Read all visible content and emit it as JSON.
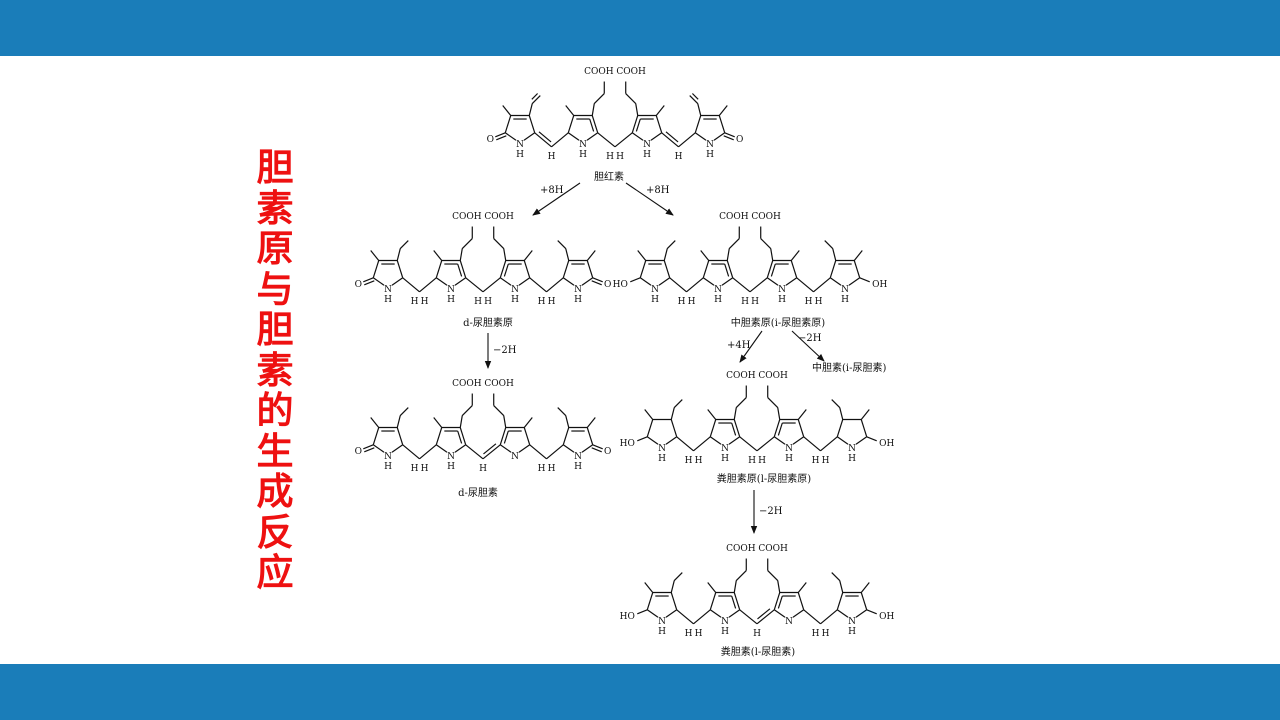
{
  "slide": {
    "title": "胆素原与胆素的生成反应",
    "colors": {
      "band": "#1a7db9",
      "title": "#ee1111",
      "ink": "#111111"
    }
  },
  "scheme": {
    "molecules": [
      {
        "id": "bilirubin",
        "name": "胆红素",
        "top_groups": "COOH COOH",
        "ends": [
          "O",
          "O"
        ],
        "bridges": [
          "=CH-",
          "-CH2-",
          "=CH-"
        ],
        "variant": "bilirubin"
      },
      {
        "id": "d-urobilinogen",
        "name": "d-尿胆素原",
        "top_groups": "COOH COOH",
        "ends": [
          "O",
          "O"
        ],
        "bridges": [
          "-CH2-",
          "-CH2-",
          "-CH2-"
        ],
        "variant": "dlact"
      },
      {
        "id": "mesobilirubinogen",
        "name": "中胆素原(i-尿胆素原)",
        "top_groups": "COOH COOH",
        "ends": [
          "HO",
          "OH"
        ],
        "bridges": [
          "-CH2-",
          "-CH2-",
          "-CH2-"
        ],
        "variant": "hydroxypyrrole"
      },
      {
        "id": "d-urobilin",
        "name": "d-尿胆素",
        "top_groups": "COOH COOH",
        "ends": [
          "O",
          "O"
        ],
        "bridges": [
          "-CH2-",
          "=CH-",
          "-CH2-"
        ],
        "variant": "dlact"
      },
      {
        "id": "stercobilinogen",
        "name": "粪胆素原(l-尿胆素原)",
        "top_groups": "COOH COOH",
        "ends": [
          "HO",
          "OH"
        ],
        "bridges": [
          "-CH2-",
          "-CH2-",
          "-CH2-"
        ],
        "variant": "pyrrolidine"
      },
      {
        "id": "stercobilin",
        "name": "粪胆素(l-尿胆素)",
        "top_groups": "COOH COOH",
        "ends": [
          "HO",
          "OH"
        ],
        "bridges": [
          "-CH2-",
          "=CH-",
          "-CH2-"
        ],
        "variant": "pyrroline"
      }
    ],
    "side_product": {
      "name": "中胆素(i-尿胆素)"
    },
    "arrows": [
      {
        "from": "bilirubin",
        "to": "d-urobilinogen",
        "label": "+8H"
      },
      {
        "from": "bilirubin",
        "to": "mesobilirubinogen",
        "label": "+8H"
      },
      {
        "from": "d-urobilinogen",
        "to": "d-urobilin",
        "label": "−2H"
      },
      {
        "from": "mesobilirubinogen",
        "to": "stercobilinogen",
        "label": "+4H"
      },
      {
        "from": "mesobilirubinogen",
        "to": "i-urobilin",
        "label": "−2H"
      },
      {
        "from": "stercobilinogen",
        "to": "stercobilin",
        "label": "−2H"
      }
    ],
    "atoms": {
      "N": "N",
      "H": "H",
      "O": "O",
      "HO": "HO",
      "OH": "OH"
    }
  }
}
